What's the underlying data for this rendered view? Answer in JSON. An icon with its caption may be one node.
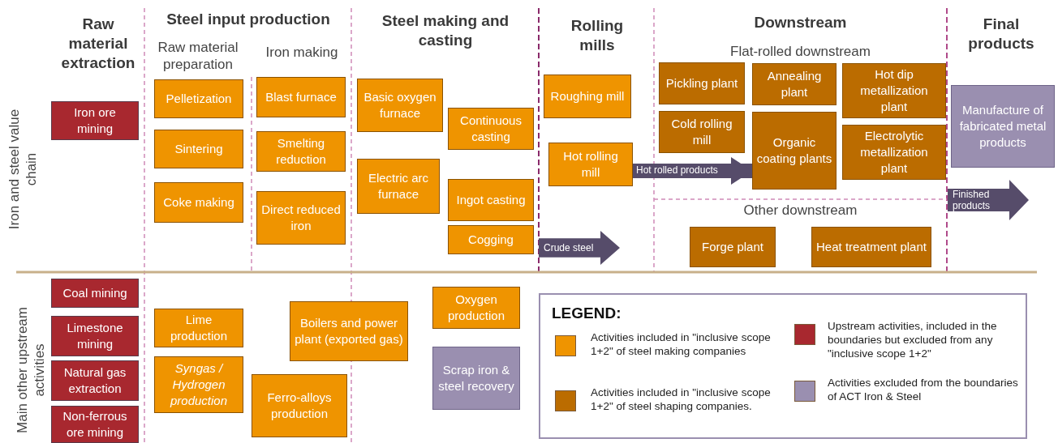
{
  "diagram": {
    "nodes": [
      {
        "text": [
          "Iron ore mining"
        ]
      },
      {
        "text": [
          "Pelletization"
        ]
      },
      {
        "text": [
          "Sintering"
        ]
      },
      {
        "text": [
          "Coke making"
        ]
      },
      {
        "text": [
          "Blast furnace"
        ]
      },
      {
        "text": [
          "Smelting reduction"
        ]
      },
      {
        "text": [
          "Direct reduced iron"
        ]
      },
      {
        "text": [
          "Basic oxygen furnace"
        ]
      },
      {
        "text": [
          "Continuous casting"
        ]
      },
      {
        "text": [
          "Electric arc furnace"
        ]
      },
      {
        "text": [
          "Ingot casting"
        ]
      },
      {
        "text": [
          "Cogging"
        ]
      },
      {
        "text": [
          "Crude steel"
        ]
      },
      {
        "text": [
          "Roughing mill"
        ]
      },
      {
        "text": [
          "Hot rolling mill"
        ]
      },
      {
        "text": [
          "Pickling plant"
        ]
      },
      {
        "text": [
          "Annealing plant"
        ]
      },
      {
        "text": [
          "Hot dip metallization plant"
        ]
      },
      {
        "text": [
          "Cold rolling mill"
        ]
      },
      {
        "text": [
          "Organic coating plants"
        ]
      },
      {
        "text": [
          "Electrolytic metallization plant"
        ]
      },
      {
        "text": [
          "Forge plant"
        ]
      },
      {
        "text": [
          "Heat treatment plant"
        ]
      },
      {
        "text": [
          "Manufacture of fabricated metal products"
        ]
      },
      {
        "text": [
          "Finished products"
        ]
      },
      {
        "text": [
          "Coal mining"
        ]
      },
      {
        "text": [
          "Limestone mining"
        ]
      },
      {
        "text": [
          "Natural gas extraction"
        ]
      },
      {
        "text": [
          "Non-ferrous ore mining"
        ]
      },
      {
        "text": [
          "Lime production"
        ]
      },
      {
        "text": [
          "Syngas / Hydrogen production"
        ]
      },
      {
        "text": [
          "Boilers and power plant (exported gas)"
        ]
      },
      {
        "text": [
          "Ferro-alloys production"
        ]
      },
      {
        "text": [
          "Oxygen production"
        ]
      },
      {
        "text": [
          "Scrap iron & steel recovery"
        ]
      }
    ],
    "edges": [
      {
        "from": 14,
        "to": 19,
        "arrow": "to",
        "label": "Hot rolled products"
      }
    ],
    "labels": [
      "Raw material extraction",
      "Steel input production",
      "Steel making and casting",
      "Rolling mills",
      "Downstream",
      "Final products",
      "Raw material preparation",
      "Iron making",
      "Flat-rolled downstream",
      "Other downstream",
      "Iron and steel value chain",
      "Main other upstream activities",
      "LEGEND:"
    ],
    "legend": [
      {
        "text": "Activities included in \"inclusive scope 1+2\" of steel making companies",
        "color": "#ef9400"
      },
      {
        "text": "Activities included in \"inclusive scope 1+2\" of steel shaping companies.",
        "color": "#bb6c00"
      },
      {
        "text": "Upstream activities, included in the boundaries but excluded from any \"inclusive scope 1+2\"",
        "color": "#a8282f"
      },
      {
        "text": "Activities excluded from the boundaries of ACT Iron & Steel",
        "color": "#9a8fb0"
      }
    ]
  }
}
